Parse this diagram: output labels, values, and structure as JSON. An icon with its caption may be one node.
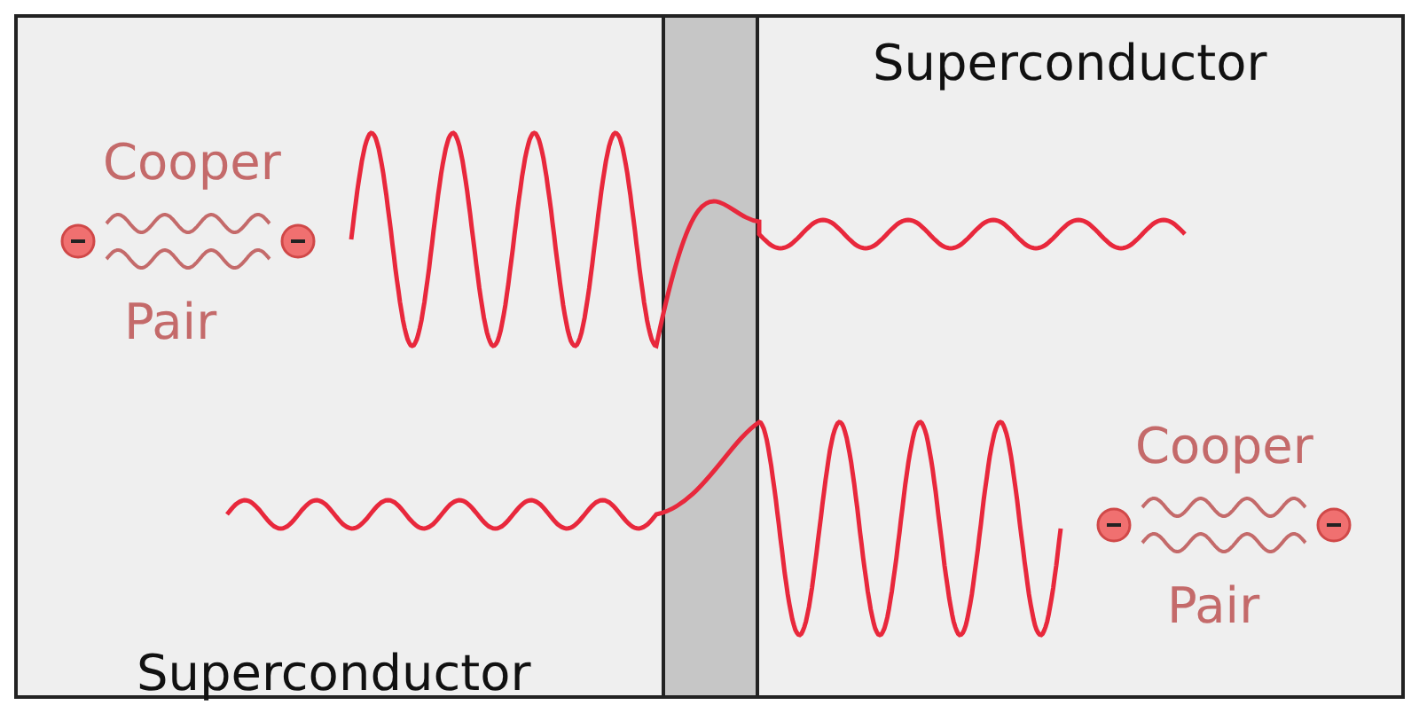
{
  "diagram": {
    "nodes": [
      {
        "text": [
          "Superconductor"
        ]
      },
      {
        "text": [],
        "shape": "bar"
      },
      {
        "text": [
          "Superconductor"
        ]
      }
    ],
    "labels": [
      "Cooper",
      "Pair",
      "Cooper",
      "Pair"
    ]
  }
}
